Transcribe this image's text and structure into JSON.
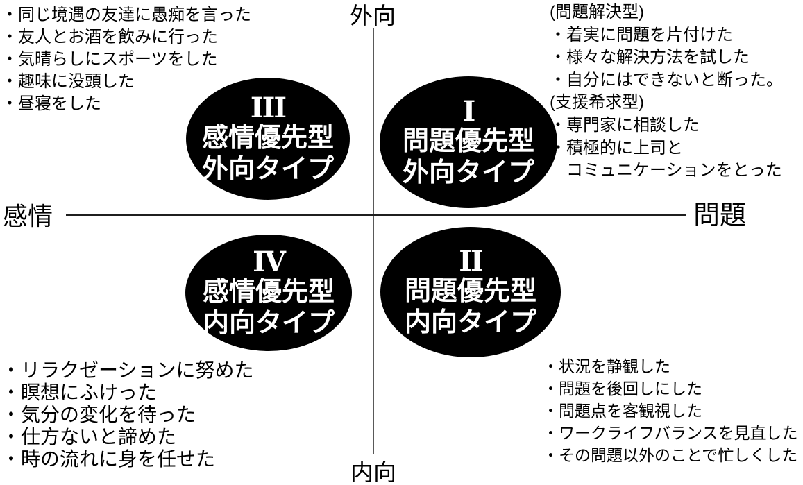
{
  "axes": {
    "top": "外向",
    "bottom": "内向",
    "left": "感情",
    "right": "問題"
  },
  "quadrants": {
    "q1": {
      "numeral": "I",
      "line1": "問題優先型",
      "line2": "外向タイプ"
    },
    "q2": {
      "numeral": "II",
      "line1": "問題優先型",
      "line2": "内向タイプ"
    },
    "q3": {
      "numeral": "III",
      "line1": "感情優先型",
      "line2": "外向タイプ"
    },
    "q4": {
      "numeral": "IV",
      "line1": "感情優先型",
      "line2": "内向タイプ"
    }
  },
  "lists": {
    "top_left": {
      "items": [
        "・同じ境遇の友達に愚痴を言った",
        "・友人とお酒を飲みに行った",
        "・気晴らしにスポーツをした",
        "・趣味に没頭した",
        "・昼寝をした"
      ]
    },
    "top_right": {
      "items": [
        "(問題解決型)",
        "・着実に問題を片付けた",
        "・様々な解決方法を試した",
        "・自分にはできないと断った。",
        "(支援希求型)",
        "・専門家に相談した",
        "・積極的に上司と",
        "　コミュニケーションをとった"
      ]
    },
    "bottom_left": {
      "items": [
        "・リラクゼーションに努めた",
        "・瞑想にふけった",
        "・気分の変化を待った",
        "・仕方ないと諦めた",
        "・時の流れに身を任せた"
      ]
    },
    "bottom_right": {
      "items": [
        "・状況を静観した",
        "・問題を後回しにした",
        "・問題点を客観視した",
        "・ワークライフバランスを見直した",
        "・その問題以外のことで忙しくした"
      ]
    }
  },
  "colors": {
    "background": "#ffffff",
    "ellipse_fill": "#000000",
    "ellipse_text": "#ffffff",
    "text": "#000000",
    "vertical_axis_line": "#595959",
    "horizontal_axis_line": "#1f1f1f"
  }
}
